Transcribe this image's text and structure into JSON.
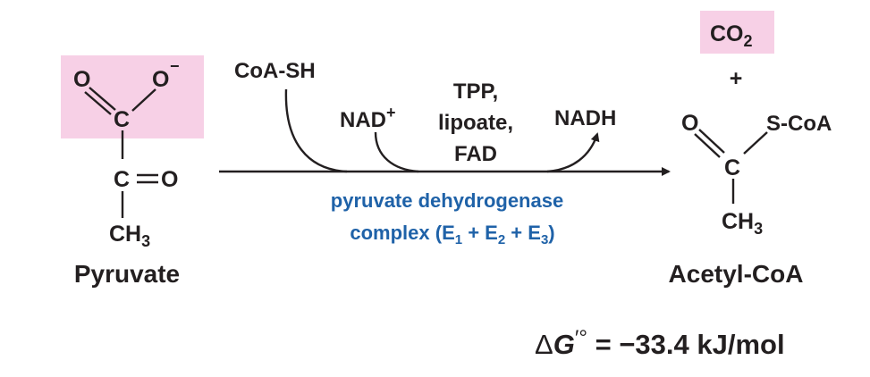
{
  "colors": {
    "highlight": "#f7d0e6",
    "enzyme_text": "#1f62a8",
    "ink": "#231f20"
  },
  "pyruvate": {
    "o_left": "O",
    "o_right": "O",
    "o_charge": "−",
    "c_carboxyl": "C",
    "c_keto": "C",
    "o_keto": "O",
    "ch": "CH",
    "ch_sub": "3",
    "name": "Pyruvate"
  },
  "cofactors": {
    "coa_sh": "CoA-SH",
    "nad": "NAD",
    "nad_sup": "+",
    "prosthetic": [
      "TPP,",
      "lipoate,",
      "FAD"
    ],
    "nadh": "NADH"
  },
  "enzyme": {
    "line1": "pyruvate dehydrogenase",
    "line2_prefix": "complex (E",
    "sub1": "1",
    "plus1": " + E",
    "sub2": "2",
    "plus2": " + E",
    "sub3": "3",
    "close": ")"
  },
  "products": {
    "co": "CO",
    "co_sub": "2",
    "plus": "+",
    "o": "O",
    "s_coa": "S-CoA",
    "c": "C",
    "ch": "CH",
    "ch_sub": "3",
    "name": "Acetyl-CoA"
  },
  "free_energy": {
    "delta": "Δ",
    "g": "G",
    "prime_deg": "′°",
    "equals": " = ",
    "value": "−33.4 kJ/mol"
  }
}
